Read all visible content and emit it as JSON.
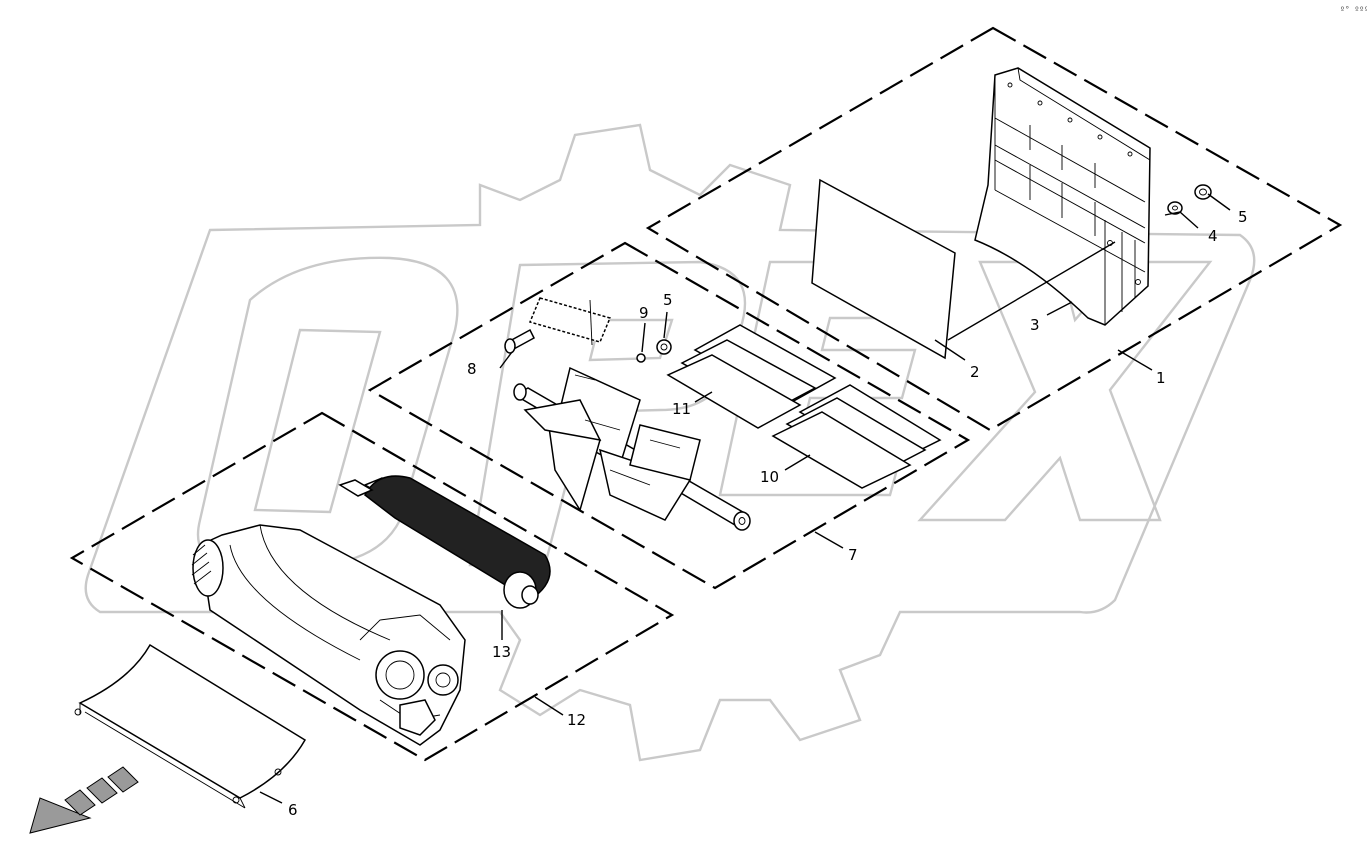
{
  "diagram": {
    "corner_mark": "º° ººº",
    "callouts": [
      "1",
      "2",
      "3",
      "4",
      "5",
      "5",
      "6",
      "7",
      "8",
      "9",
      "10",
      "11",
      "12",
      "13"
    ],
    "colors": {
      "ink": "#000000",
      "watermark": "#c9c9c9",
      "background": "#ffffff",
      "arrow_fill": "#9a9a9a"
    }
  }
}
